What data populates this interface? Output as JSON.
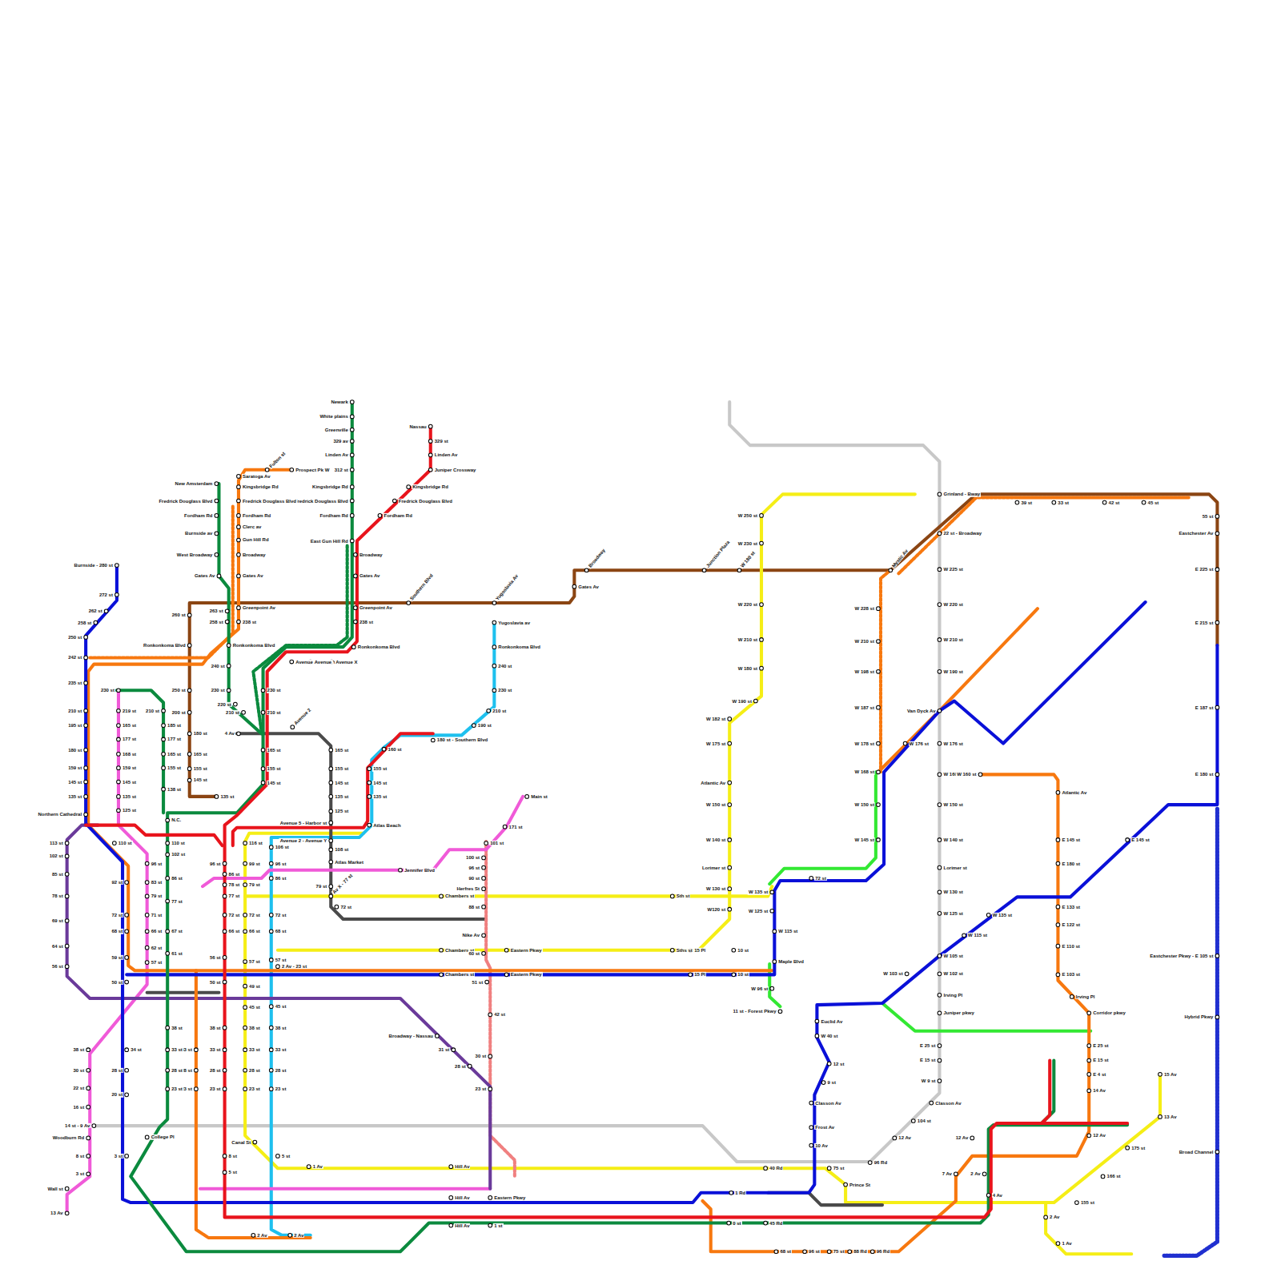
{
  "diagram": {
    "labels": [
      "Newark",
      "White plains",
      "Greenville",
      "329 av",
      "Linden Av",
      "312 st",
      "Kingsbridge Rd",
      "Fredrick Douglass Blvd",
      "Fordham Rd",
      "East Gun Hill Rd",
      "Nassau",
      "329 st",
      "Linden Av",
      "Juniper Crossway",
      "Kingsbridge Rd",
      "Fredrick Douglass Blvd",
      "Fordham Rd",
      "Broadway",
      "Gates Av",
      "Greenpoint Av",
      "238 st",
      "Ronkonkoma Blvd",
      "Fulton st",
      "Prospect Pk W",
      "Saratoga Av",
      "Kingsbridge Rd",
      "Fredrick Douglass Blvd",
      "Fordham Rd",
      "Clerc av",
      "Gun Hill Rd",
      "Broadway",
      "Gates Av",
      "Greenpoint Av",
      "238 st",
      "New Amsterdam",
      "Fredrick Douglass Blvd",
      "Fordham Rd",
      "Burnside av",
      "West Broadway",
      "Gates Av",
      "263 st",
      "258 st",
      "Ronkonkoma Blvd",
      "240 st",
      "230 st",
      "220 st",
      "210 st",
      "Ronkonkoma Blvd",
      "260 st",
      "250 st",
      "200 st",
      "180 st",
      "165 st",
      "155 st",
      "145 st",
      "135 st",
      "Southern Blvd",
      "Yugoslavia Av",
      "Gates Av",
      "Broadway",
      "Junction Plaza",
      "W 180 st",
      "Mystic Av",
      "Yugoslavia av",
      "Ronkonkoma Blvd",
      "240 st",
      "230 st",
      "210 st",
      "190 st",
      "180 st - Southern Blvd",
      "160 st",
      "155 st",
      "145 st",
      "135 st",
      "Atlas Beach",
      "Avenue Z",
      "Avenue Y",
      "Avenue X",
      "230 st",
      "210 st",
      "165 st",
      "155 st",
      "145 st",
      "4 Av",
      "Avenue 2",
      "165 st",
      "155 st",
      "145 st",
      "135 st",
      "125 st",
      "Avenue 5 - Harbor st",
      "Avenue 2 - Avenue Y",
      "108 st",
      "Atlas Market",
      "79 st",
      "Av X - 77 st",
      "72 st",
      "Burnside - 280 st",
      "272 st",
      "262 st",
      "258 st",
      "250 st",
      "242 st",
      "235 st",
      "210 st",
      "195 st",
      "180 st",
      "159 st",
      "145 st",
      "135 st",
      "Northern Cathedral",
      "113 st",
      "102 st",
      "85 st",
      "78 st",
      "69 st",
      "64 st",
      "56 st",
      "230 st",
      "219 st",
      "165 st",
      "177 st",
      "168 st",
      "159 st",
      "145 st",
      "135 st",
      "125 st",
      "210 st",
      "185 st",
      "177 st",
      "165 st",
      "155 st",
      "138 st",
      "N.C.",
      "110 st",
      "102 st",
      "86 st",
      "77 st",
      "67 st",
      "61 st",
      "110 st",
      "96 st",
      "83 st",
      "79 st",
      "71 st",
      "66 st",
      "62 st",
      "57 st",
      "92 st",
      "72 st",
      "68 st",
      "59 st",
      "50 st",
      "96 st",
      "86 st",
      "78 st",
      "77 st",
      "72 st",
      "66 st",
      "56 st",
      "50 st",
      "116 st",
      "99 st",
      "79 st",
      "72 st",
      "66 st",
      "57 st",
      "49 st",
      "45 st",
      "38 st",
      "33 st",
      "28 st",
      "23 st",
      "Canal St",
      "5 st",
      "1 Av",
      "106 st",
      "96 st",
      "86 st",
      "72 st",
      "68 st",
      "57 st",
      "2 Av - 23 st",
      "45 st",
      "38 st",
      "33 st",
      "28 st",
      "23 st",
      "33 st",
      "28 st",
      "23 st",
      "38 st",
      "33 st",
      "28 st",
      "23 st",
      "8 st",
      "5 st",
      "34 st",
      "28 st",
      "20 st",
      "3 st",
      "38 st",
      "30 st",
      "22 st",
      "16 st",
      "Woodburn Rd",
      "8 st",
      "3 st",
      "Wall st",
      "13 Av",
      "38 st",
      "33 st",
      "28 st",
      "23 st",
      "College Pl",
      "14 st - 9 Av",
      "Hill Av",
      "Hill Av",
      "Hill Av",
      "Eastern Pkwy",
      "1 st",
      "2 Av",
      "2 Av",
      "Jennifer Blvd",
      "Main st",
      "171 st",
      "101 st",
      "100 st",
      "96 st",
      "90 st",
      "Herfres St",
      "88 st",
      "Nike Av",
      "42 st",
      "30 st",
      "23 st",
      "Broadway - Nassau",
      "31 st",
      "28 st",
      "Chambers st",
      "Sth st",
      "Chambers st",
      "60 st",
      "Eastern Pkwy",
      "Sths st",
      "15 Pl",
      "10 st",
      "Chambers st",
      "51 st",
      "Eastern Pkwy",
      "15 Pl",
      "10 st",
      "W 250 st",
      "W 230 st",
      "W 220 st",
      "W 210 st",
      "W 180 st",
      "W 190 st",
      "W 182 st",
      "W 175 st",
      "Atlantic Av",
      "W 150 st",
      "W 140 st",
      "Lorimer st",
      "W 130 st",
      "W120 st",
      "Grinland - Bway",
      "22 st - Broadway",
      "W 225 st",
      "W 220 st",
      "W 210 st",
      "W 190 st",
      "W 176 st",
      "W 160 st",
      "W 150 st",
      "W 140 st",
      "Lorimer st",
      "W 130 st",
      "W 125 st",
      "W 105 st",
      "W 102 st",
      "Irving Pl",
      "Juniper pkwy",
      "E 25 st",
      "E 15 st",
      "W 9 st",
      "Classon Av",
      "104 st",
      "12 Av",
      "96 Rd",
      "W 228 st",
      "W 210 st",
      "W 198 st",
      "W 187 st",
      "W 178 st",
      "W 168 st",
      "W 150 st",
      "W 145 st",
      "W 135 st",
      "W 125 st",
      "W 115 st",
      "Maple Blvd",
      "W 96 st",
      "11 st - Forest Pkwy",
      "Euclid Av",
      "W 40 st",
      "12 st",
      "9 st",
      "Classon Av",
      "Frost Av",
      "10 Av",
      "72 st",
      "W 115 st",
      "W 135 st",
      "W 103 st",
      "Atlantic Av",
      "E 145 st",
      "E 180 st",
      "E 133 st",
      "E 122 st",
      "E 110 st",
      "E 103 st",
      "Irving Pl",
      "Corridor pkwy",
      "E 25 st",
      "E 15 st",
      "E 4 st",
      "14 Av",
      "12 Av",
      "W 160 st",
      "55 st",
      "Eastchester Av",
      "E 225 st",
      "E 215 st",
      "E 187 st",
      "E 180 st",
      "Eastchester Pkwy - E 105 st",
      "Hybrid Pkwy",
      "Broad Channel",
      "39 st",
      "33 st",
      "42 st",
      "45 st",
      "15 Av",
      "13 Av",
      "175 st",
      "166 st",
      "155 st",
      "2 Av",
      "1 Av",
      "0 st",
      "45 Rd",
      "68 st",
      "96 st",
      "75 st",
      "88 Rd",
      "96 Rd",
      "Prince St",
      "1 Rd",
      "40 Rd",
      "75 st",
      "7 Av",
      "2 Av",
      "4 Av",
      "12 Av",
      "E 145 st",
      "Van Dyck Av",
      "W 176 st"
    ]
  }
}
